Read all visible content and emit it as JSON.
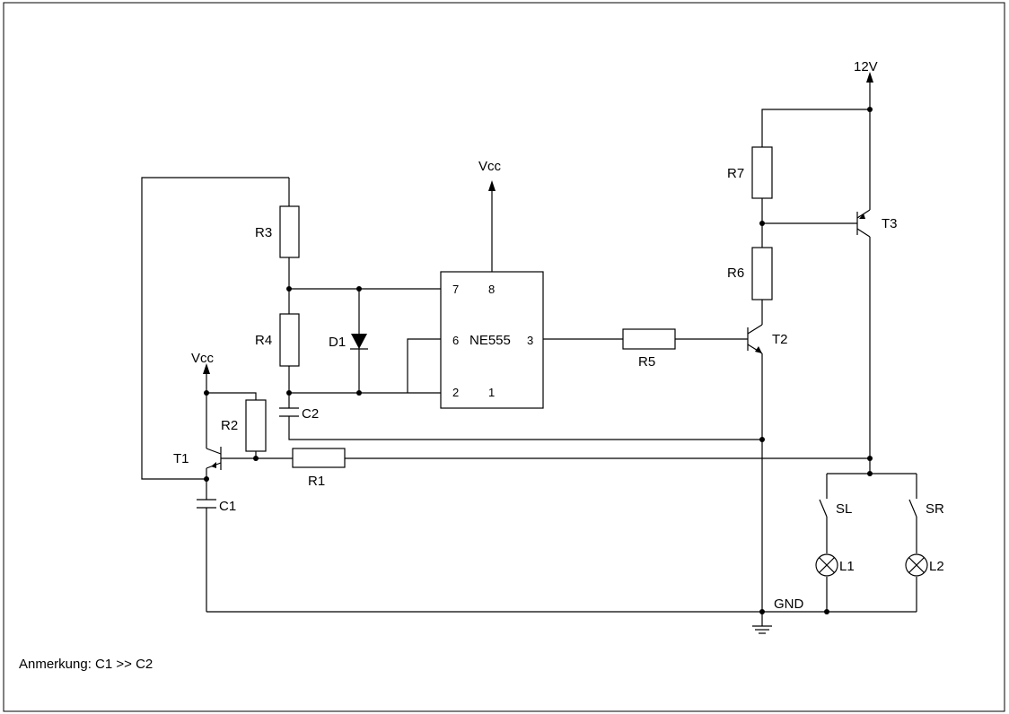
{
  "labels": {
    "r1": "R1",
    "r2": "R2",
    "r3": "R3",
    "r4": "R4",
    "r5": "R5",
    "r6": "R6",
    "r7": "R7",
    "c1": "C1",
    "c2": "C2",
    "d1": "D1",
    "t1": "T1",
    "t2": "T2",
    "t3": "T3",
    "sl": "SL",
    "sr": "SR",
    "l1": "L1",
    "l2": "L2",
    "vcc_top": "Vcc",
    "vcc_left": "Vcc",
    "v12": "12V",
    "gnd": "GND",
    "ic": "NE555"
  },
  "ic_pins": {
    "p7": "7",
    "p8": "8",
    "p6": "6",
    "p3": "3",
    "p2": "2",
    "p1": "1"
  },
  "note": "Anmerkung: C1 >> C2"
}
